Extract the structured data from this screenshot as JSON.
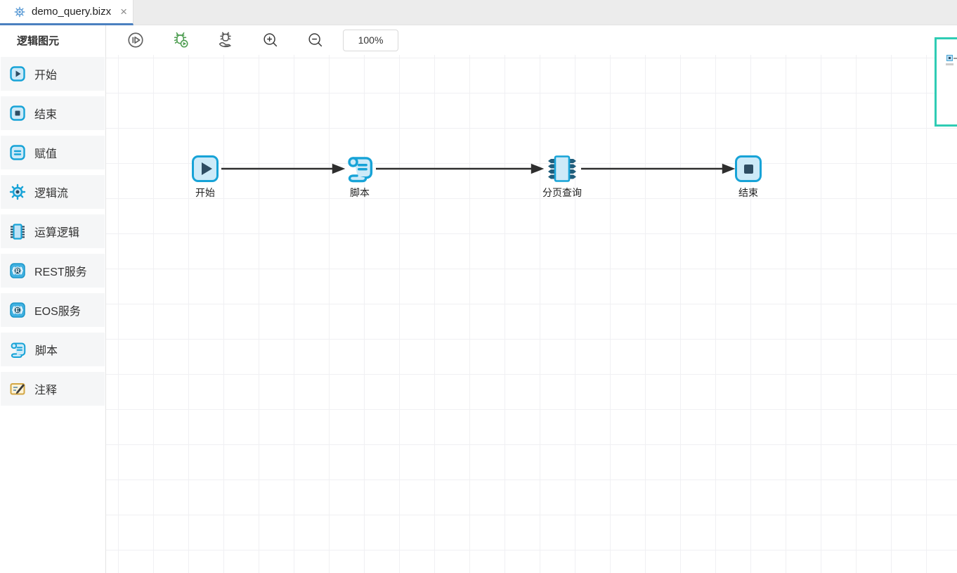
{
  "tab": {
    "title": "demo_query.bizx",
    "close_label": "×"
  },
  "sidebar": {
    "header": "逻辑图元",
    "items": [
      {
        "label": "开始"
      },
      {
        "label": "结束"
      },
      {
        "label": "赋值"
      },
      {
        "label": "逻辑流"
      },
      {
        "label": "运算逻辑"
      },
      {
        "label": "REST服务",
        "icon_letter": "R"
      },
      {
        "label": "EOS服务",
        "icon_letter": "E"
      },
      {
        "label": "脚本"
      },
      {
        "label": "注释"
      }
    ]
  },
  "toolbar": {
    "zoom_level": "100%"
  },
  "canvas": {
    "nodes": [
      {
        "label": "开始"
      },
      {
        "label": "脚本"
      },
      {
        "label": "分页查询"
      },
      {
        "label": "结束"
      }
    ]
  },
  "colors": {
    "accent_cyan": "#17a3d7",
    "node_fill": "#cdeaf8",
    "node_glyph": "#2e4d63",
    "minimap_border": "#2fccb4",
    "tab_underline": "#4b80c0",
    "debug_green": "#4f9e52",
    "comment_tan": "#d2a643"
  }
}
